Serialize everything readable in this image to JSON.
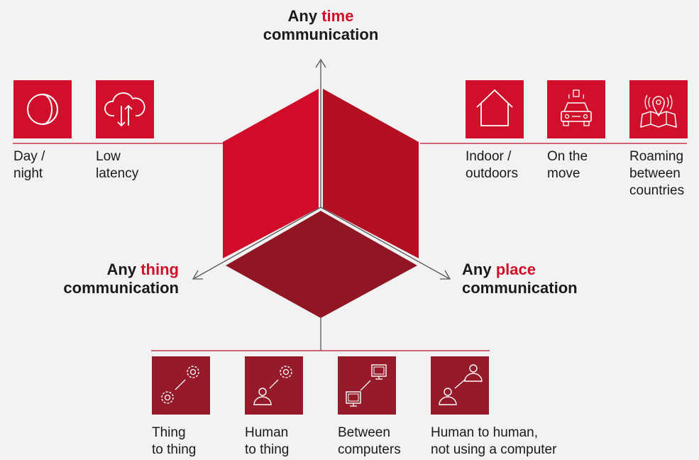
{
  "colors": {
    "top_tiles": "#d0102a",
    "bottom_tiles": "#951b2a",
    "cube_left": "#d10b2a",
    "cube_right": "#b50f24",
    "cube_top": "#8f1622",
    "lines": "#b80f2a",
    "axes": "#555555",
    "background": "#f2f2f2"
  },
  "headings": {
    "time": {
      "prefix": "Any",
      "accent": "time",
      "suffix": "communication"
    },
    "thing": {
      "prefix": "Any",
      "accent": "thing",
      "suffix": "communication"
    },
    "place": {
      "prefix": "Any",
      "accent": "place",
      "suffix": "communication"
    }
  },
  "time_items": [
    {
      "icon": "day-night-icon",
      "lines": [
        "Day /",
        "night"
      ]
    },
    {
      "icon": "cloud-transfer-icon",
      "lines": [
        "Low",
        "latency"
      ]
    }
  ],
  "place_items": [
    {
      "icon": "house-icon",
      "lines": [
        "Indoor /",
        "outdoors"
      ]
    },
    {
      "icon": "car-icon",
      "lines": [
        "On the",
        "move"
      ]
    },
    {
      "icon": "map-pin-icon",
      "lines": [
        "Roaming",
        "between",
        "countries"
      ]
    }
  ],
  "thing_items": [
    {
      "icon": "gears-icon",
      "lines": [
        "Thing",
        "to thing"
      ]
    },
    {
      "icon": "person-gear-icon",
      "lines": [
        "Human",
        "to thing"
      ]
    },
    {
      "icon": "computers-icon",
      "lines": [
        "Between",
        "computers"
      ]
    },
    {
      "icon": "people-icon",
      "lines": [
        "Human to human,",
        "not using a computer"
      ]
    }
  ]
}
